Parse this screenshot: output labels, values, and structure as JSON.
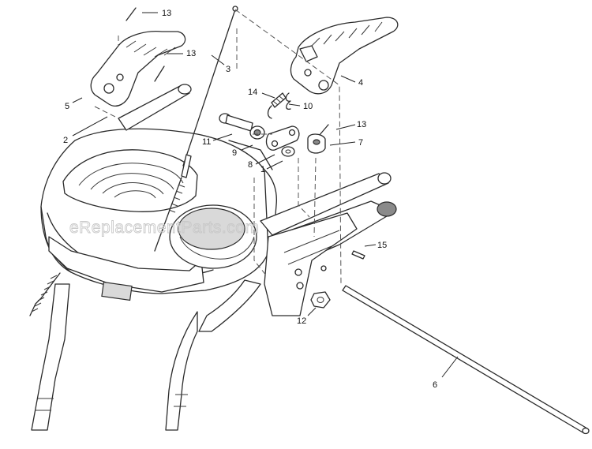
{
  "watermark": "eReplacementParts.com",
  "callouts": [
    {
      "id": "c13a",
      "text": "13"
    },
    {
      "id": "c13b",
      "text": "13"
    },
    {
      "id": "c3",
      "text": "3"
    },
    {
      "id": "c5",
      "text": "5"
    },
    {
      "id": "c4",
      "text": "4"
    },
    {
      "id": "c14",
      "text": "14"
    },
    {
      "id": "c10",
      "text": "10"
    },
    {
      "id": "c2",
      "text": "2"
    },
    {
      "id": "c13c",
      "text": "13"
    },
    {
      "id": "c11",
      "text": "11"
    },
    {
      "id": "c7",
      "text": "7"
    },
    {
      "id": "c9",
      "text": "9"
    },
    {
      "id": "c8",
      "text": "8"
    },
    {
      "id": "c1",
      "text": "1"
    },
    {
      "id": "c15",
      "text": "15"
    },
    {
      "id": "c12",
      "text": "12"
    },
    {
      "id": "c6",
      "text": "6"
    }
  ]
}
